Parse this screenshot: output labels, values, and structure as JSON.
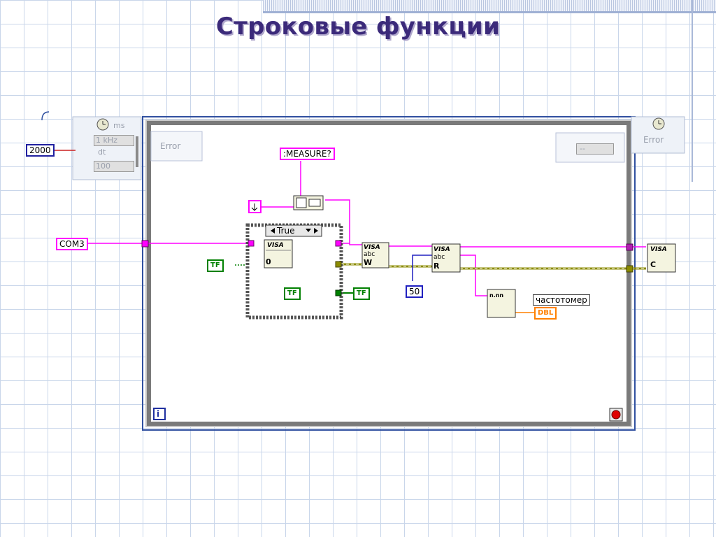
{
  "slide": {
    "title": "Строковые функции"
  },
  "diagram": {
    "constants": {
      "timeout_value": "2000",
      "port": "COM3",
      "command": ":MEASURE?",
      "read_count": "50",
      "indicator_label": "частотомер",
      "indicator_type": "DBL",
      "bool_true_label": "TF",
      "case_selector": "True"
    },
    "timing_cluster": {
      "unit": "ms",
      "rate_label": "1 kHz",
      "dt_label": "dt",
      "period_value": "100"
    },
    "error_clusters": {
      "left_label": "Error",
      "right_label": "Error",
      "shift_register_value": "--"
    },
    "visa_nodes": {
      "open": "VISA",
      "write": "VISA",
      "read": "VISA",
      "close": "VISA",
      "abc": "abc",
      "write_letter": "W",
      "read_letter": "R",
      "close_letter": "C",
      "open_letter": "0"
    },
    "conversion_node": {
      "label": "n.nn"
    },
    "loop": {
      "iteration_terminal": "i"
    },
    "colors": {
      "string_wire": "#ff00ff",
      "error_wire": "#8c8c00",
      "numeric_wire": "#2020c0",
      "bool_wire": "#008000",
      "dbl_orange": "#ff8000",
      "title_color": "#3b2a7a"
    }
  }
}
